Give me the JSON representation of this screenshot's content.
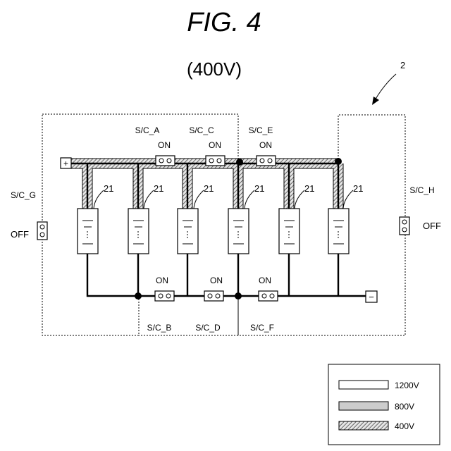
{
  "figure_title": "FIG. 4",
  "mode_label": "(400V)",
  "ref_system": "2",
  "ref_module": "21",
  "terminals": {
    "positive": "+",
    "negative": "−"
  },
  "switches": {
    "A": {
      "name": "S/C_A",
      "state": "ON"
    },
    "B": {
      "name": "S/C_B",
      "state": "ON"
    },
    "C": {
      "name": "S/C_C",
      "state": "ON"
    },
    "D": {
      "name": "S/C_D",
      "state": "ON"
    },
    "E": {
      "name": "S/C_E",
      "state": "ON"
    },
    "F": {
      "name": "S/C_F",
      "state": "ON"
    },
    "G": {
      "name": "S/C_G",
      "state": "OFF"
    },
    "H": {
      "name": "S/C_H",
      "state": "OFF"
    }
  },
  "legend": [
    {
      "label": "1200V",
      "style": "white"
    },
    {
      "label": "800V",
      "style": "gray"
    },
    {
      "label": "400V",
      "style": "hatched"
    }
  ],
  "colors": {
    "line": "#000000",
    "fill_800v": "#cccccc",
    "fill_1200v": "#ffffff"
  }
}
